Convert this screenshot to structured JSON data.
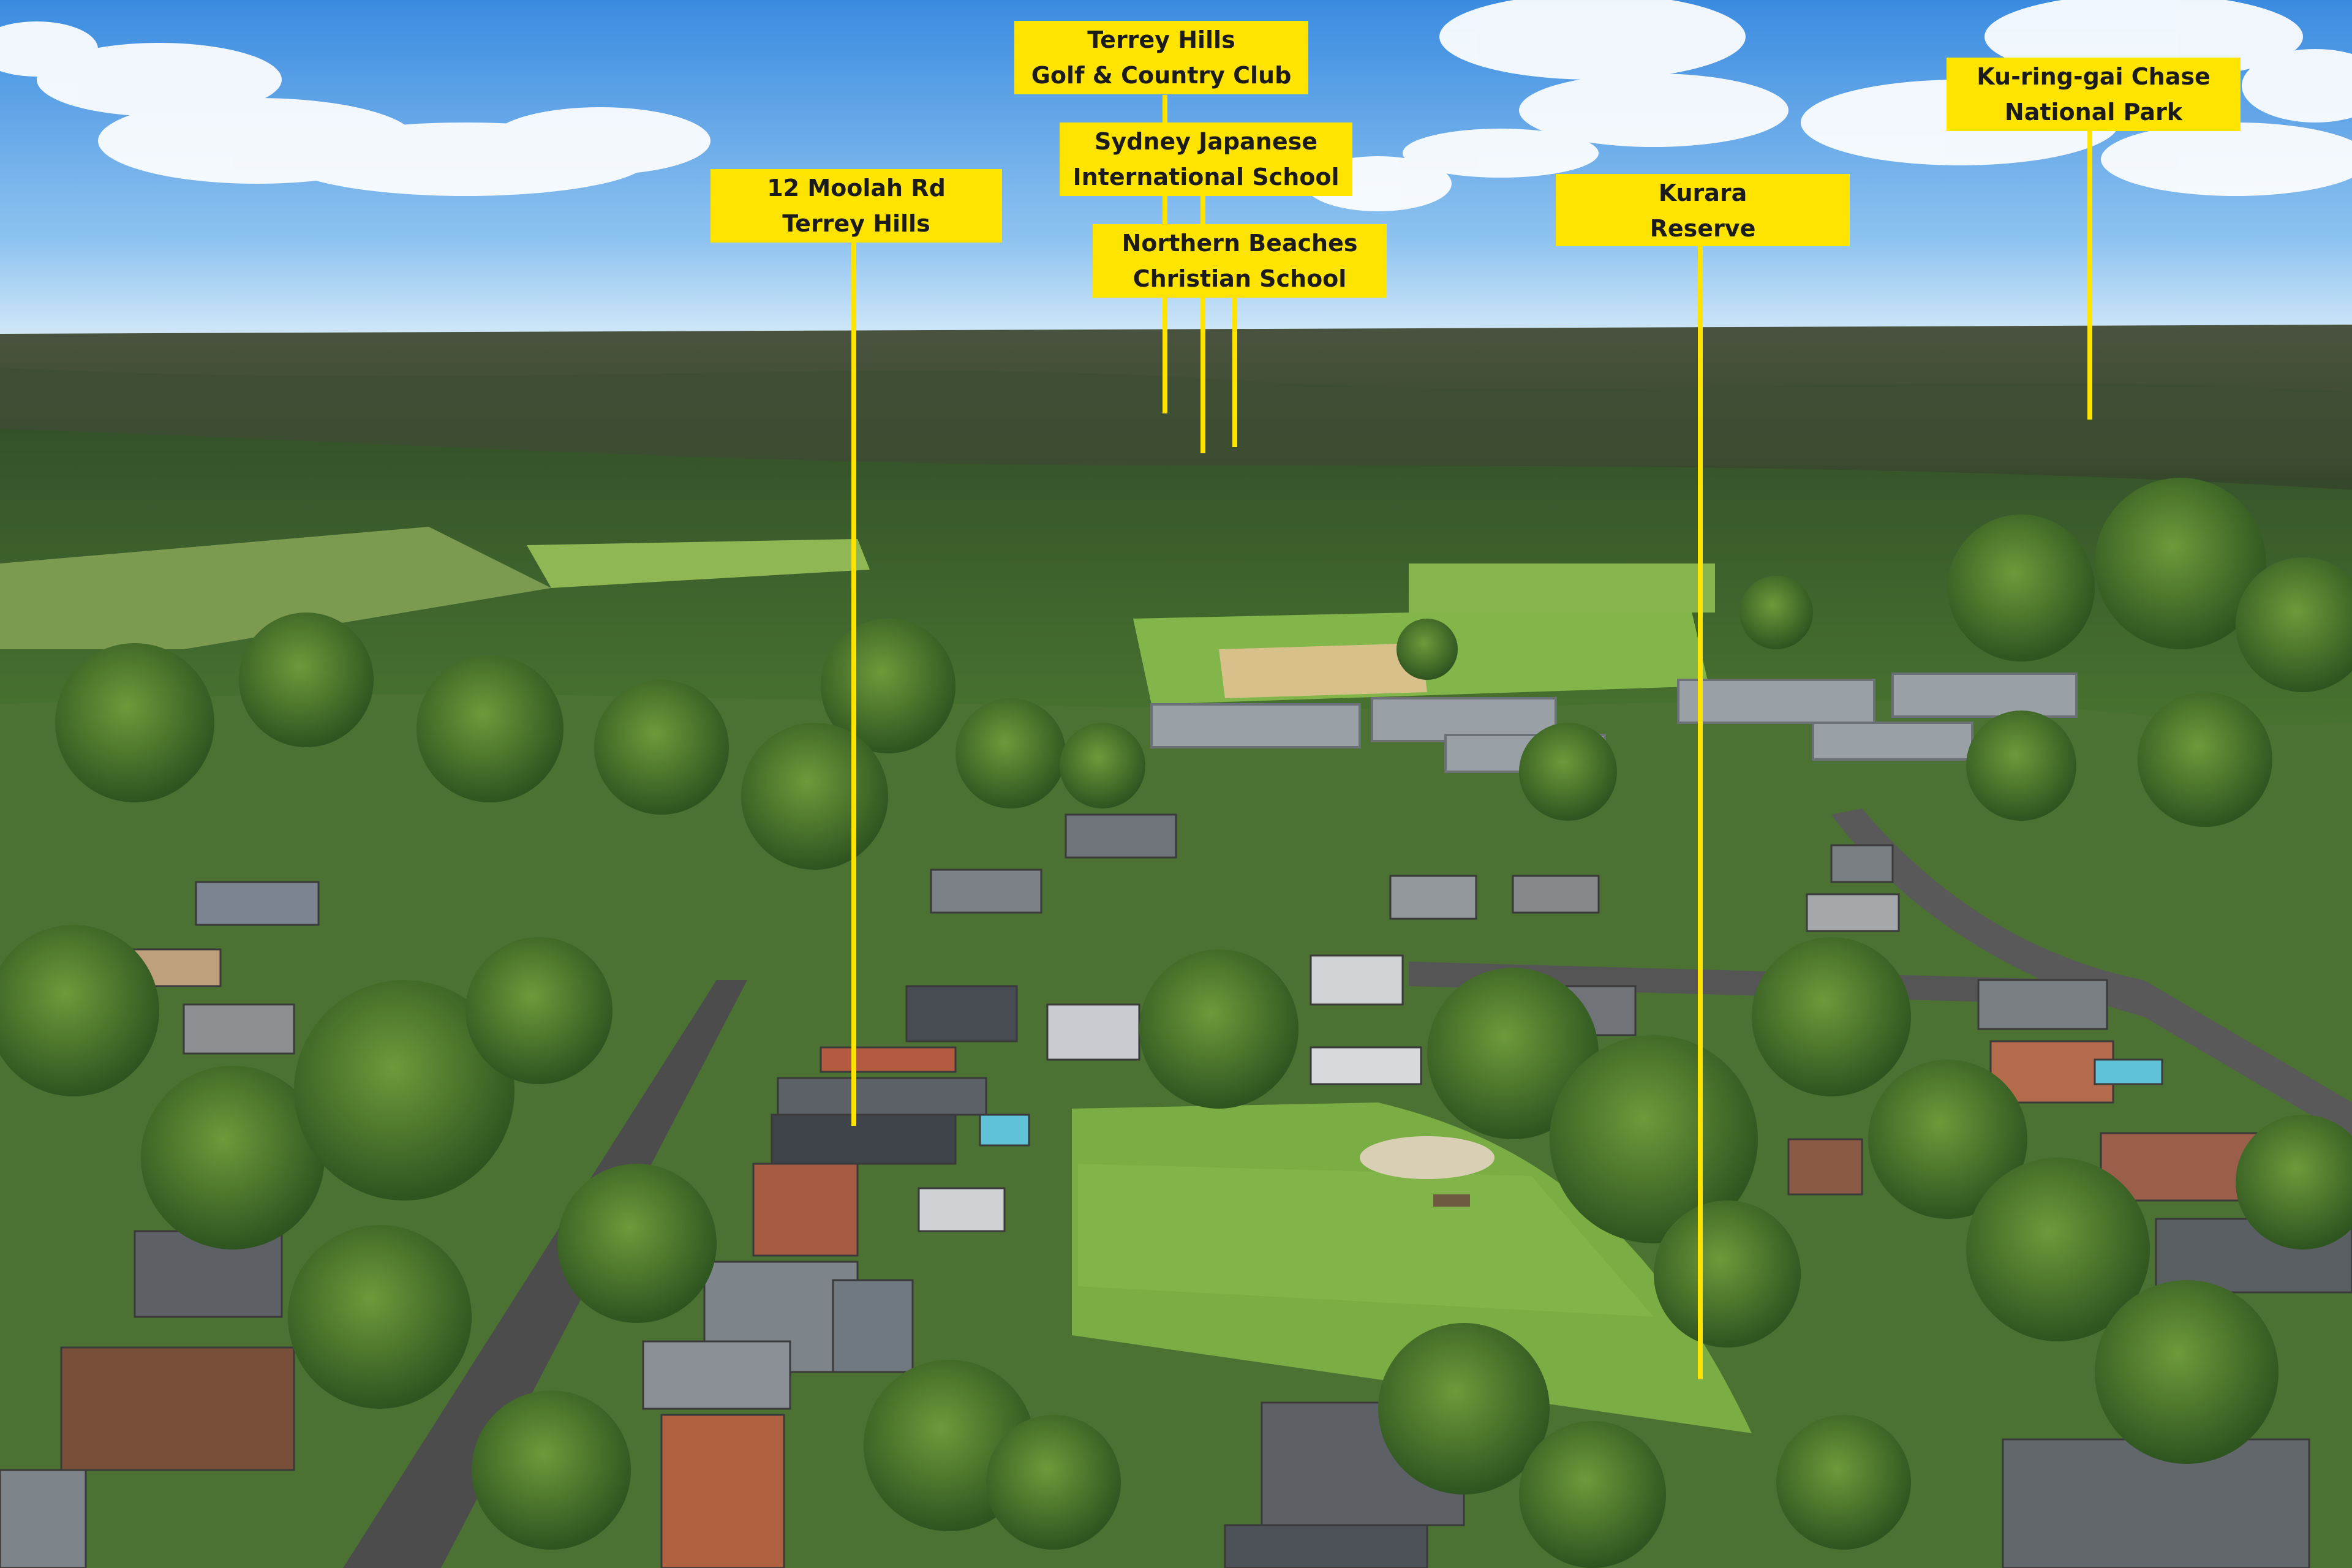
{
  "labels": {
    "moolah": {
      "line1": "12 Moolah Rd",
      "line2": "Terrey Hills"
    },
    "golf": {
      "line1": "Terrey Hills",
      "line2": "Golf & Country Club"
    },
    "japanese": {
      "line1": "Sydney Japanese",
      "line2": "International School"
    },
    "northern": {
      "line1": "Northern Beaches",
      "line2": "Christian School"
    },
    "kurara": {
      "line1": "Kurara",
      "line2": "Reserve"
    },
    "kuringgai": {
      "line1": "Ku-ring-gai Chase",
      "line2": "National Park"
    }
  },
  "colors": {
    "label_bg": "#ffe400",
    "label_text": "#1b1b1b",
    "sky_top": "#3f8fe0",
    "sky_horizon": "#cfe6f8",
    "bush_far": "#3c4a30",
    "bush_mid": "#3f6328",
    "grass_oval": "#7fb043",
    "road": "#4a4a4a"
  }
}
